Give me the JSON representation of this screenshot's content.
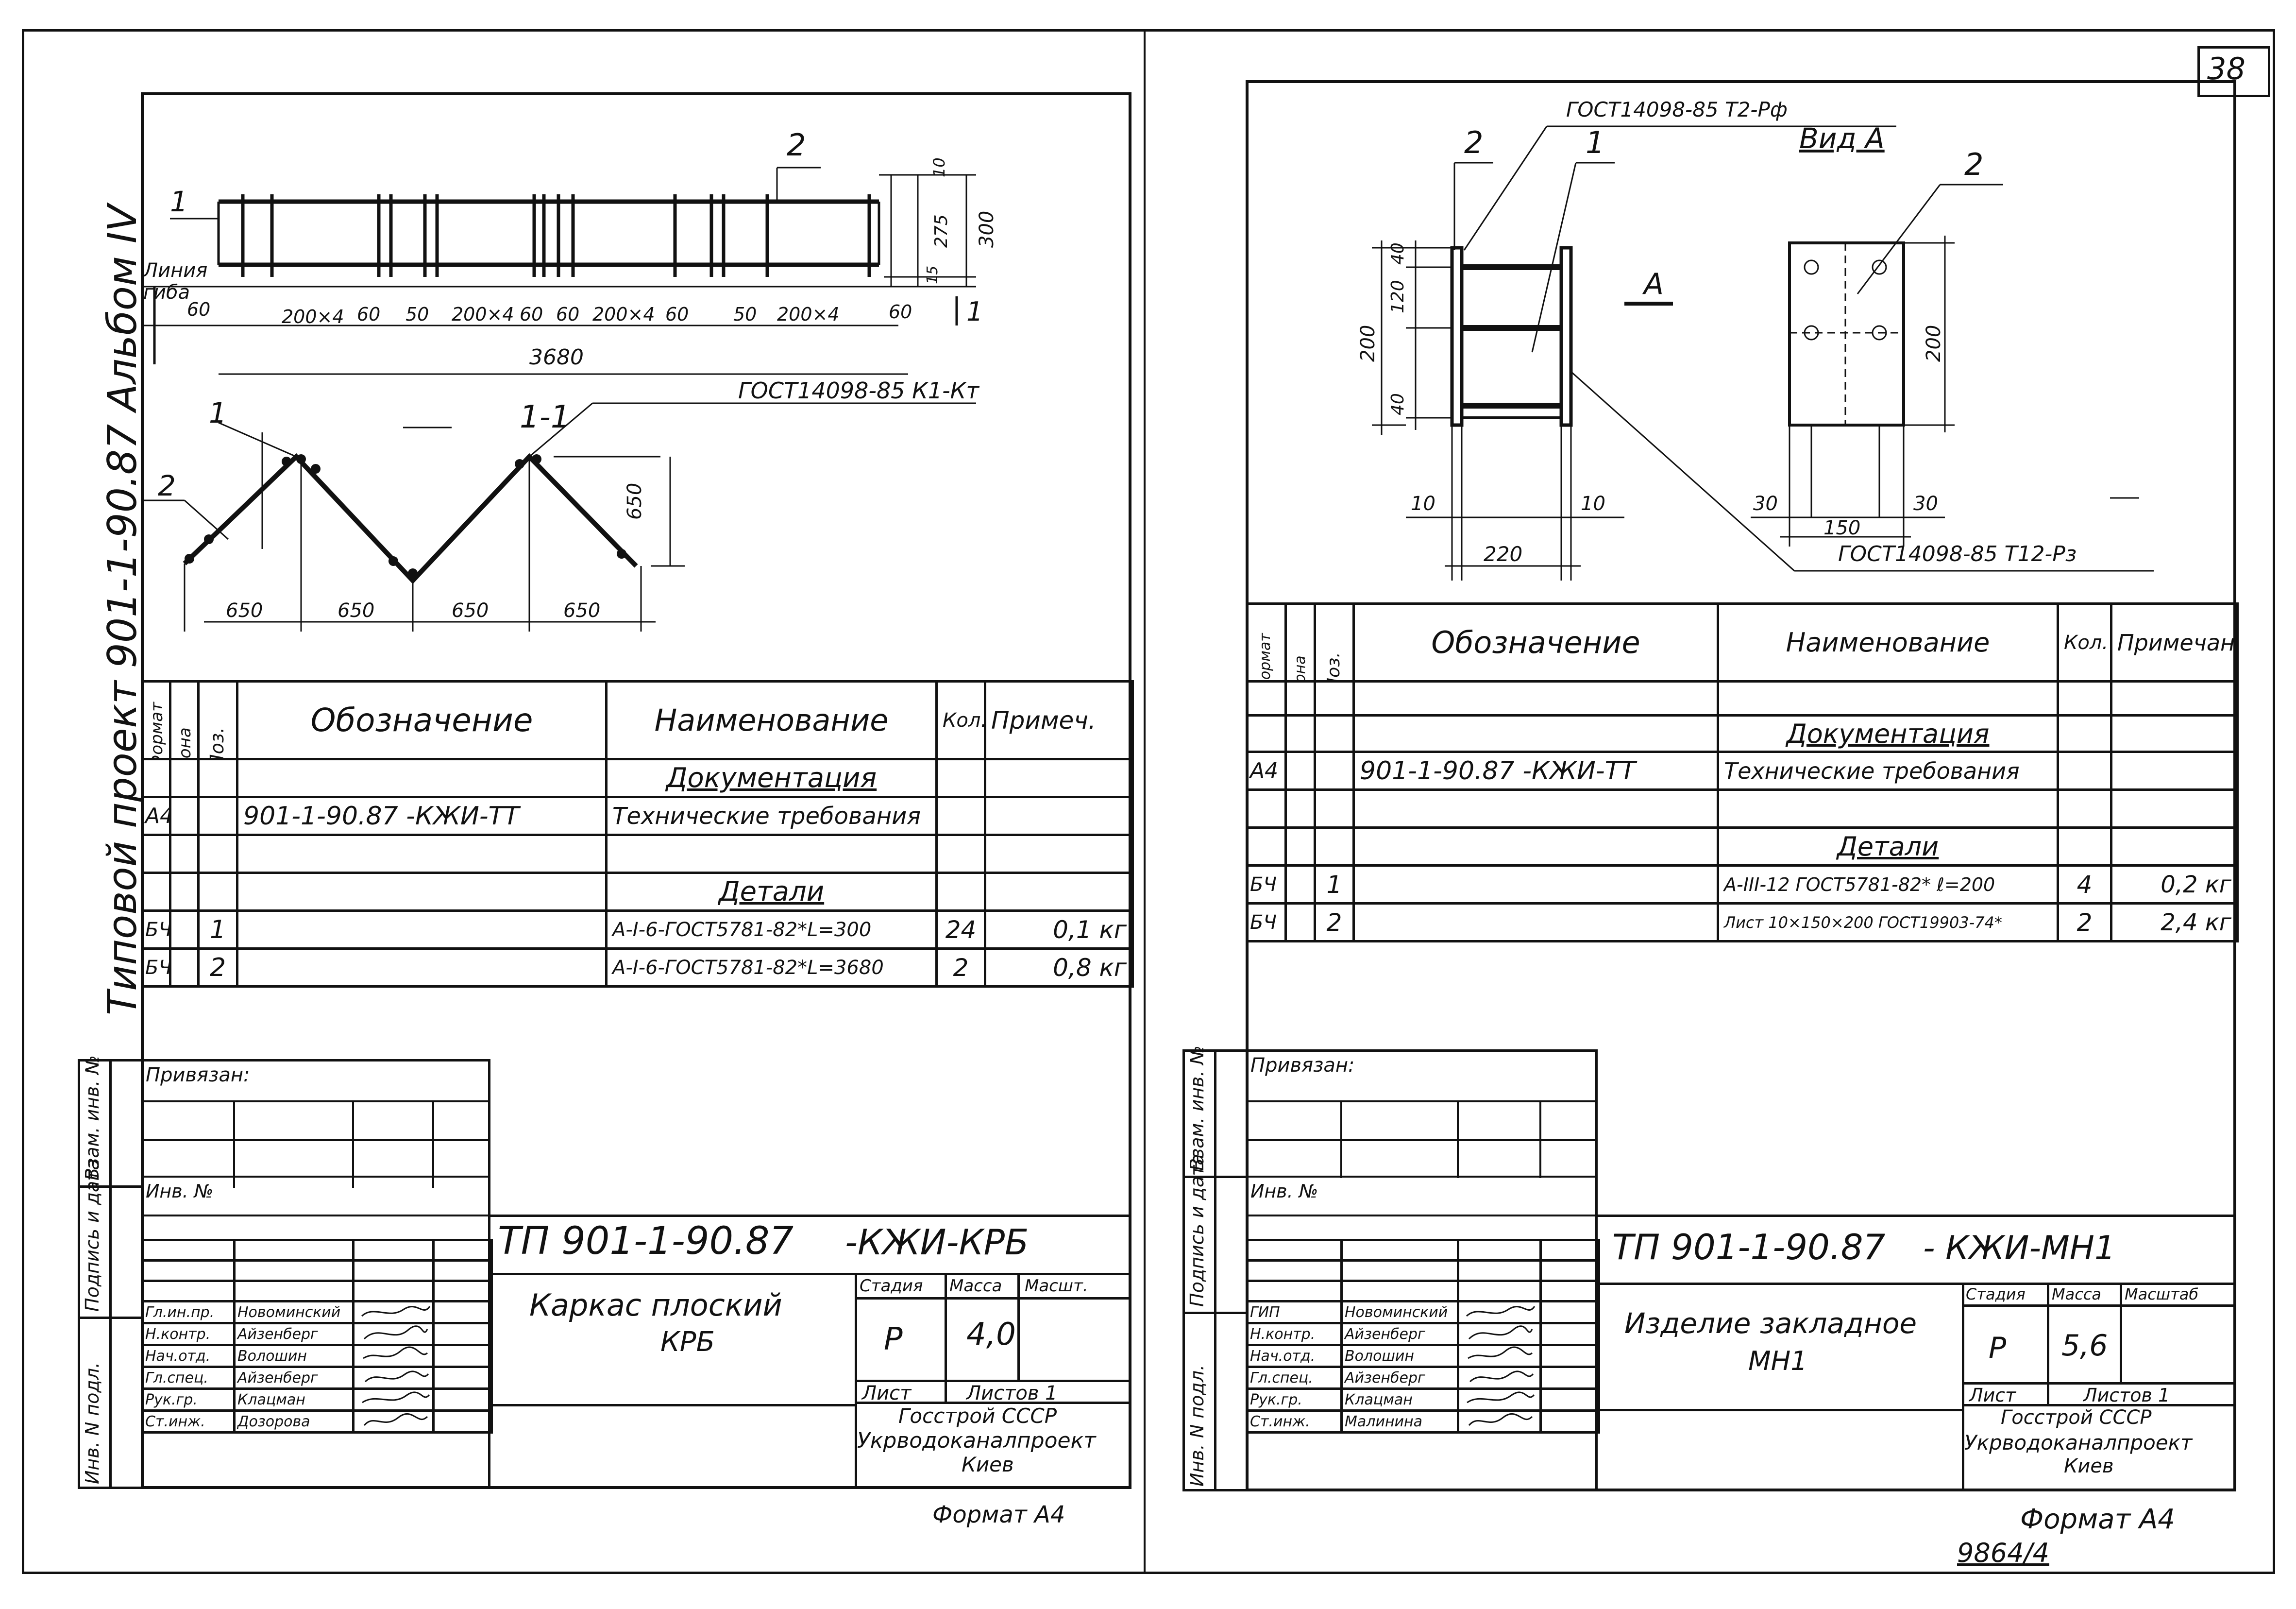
{
  "page_number": "38",
  "album_label": "Типовой проект 901-1-90.87 Альбом IV",
  "left": {
    "drawing": {
      "section_label": "1-1",
      "section_mark": "1",
      "gost_weld": "ГОСТ14098-85 К1-Кт",
      "line_label": "Линия",
      "bend_label": "гиба",
      "pos1": "1",
      "pos2": "2",
      "dims_top": [
        "10",
        "275",
        "15",
        "300"
      ],
      "dims_bottom": [
        "60",
        "200×4",
        "60",
        "50",
        "200×4",
        "60",
        "60",
        "200×4",
        "60",
        "50",
        "200×4",
        "60"
      ],
      "total_length": "3680",
      "section_dims": [
        "650",
        "650",
        "650",
        "650"
      ],
      "height_dim": "650"
    },
    "spec": {
      "headers": [
        "Формат",
        "Зона",
        "Поз.",
        "Обозначение",
        "Наименование",
        "Кол.",
        "Примеч."
      ],
      "rows": [
        [
          "",
          "",
          "",
          "",
          "Документация",
          "",
          ""
        ],
        [
          "А4",
          "",
          "",
          "901-1-90.87 -КЖИ-ТТ",
          "Технические требования",
          "",
          ""
        ],
        [
          "",
          "",
          "",
          "",
          "",
          "",
          ""
        ],
        [
          "",
          "",
          "",
          "",
          "Детали",
          "",
          ""
        ],
        [
          "БЧ",
          "",
          "1",
          "",
          "А-I-6-ГОСТ5781-82*L=300",
          "24",
          "0,1 кг"
        ],
        [
          "БЧ",
          "",
          "2",
          "",
          "А-I-6-ГОСТ5781-82*L=3680",
          "2",
          "0,8 кг"
        ]
      ]
    },
    "stamp": {
      "privyazan": "Привязан:",
      "inv_no": "Инв. №",
      "side_labels": [
        "Взам. инв. №",
        "Подпись и дата",
        "Инв. N подл."
      ],
      "roles": [
        [
          "Гл.ин.пр.",
          "Новоминский"
        ],
        [
          "Н.контр.",
          "Айзенберг"
        ],
        [
          "Нач.отд.",
          "Волошин"
        ],
        [
          "Гл.спец.",
          "Айзенберг"
        ],
        [
          "Рук.гр.",
          "Клацман"
        ],
        [
          "Ст.инж.",
          "Дозорова"
        ]
      ],
      "code": "ТП 901-1-90.87",
      "code_suffix": "-КЖИ-КРБ",
      "title_line1": "Каркас плоский",
      "title_line2": "КРБ",
      "col_stage": "Стадия",
      "col_mass": "Масса",
      "col_scale": "Масшт.",
      "stage": "Р",
      "mass": "4,0",
      "sheet": "Лист",
      "sheets": "Листов 1",
      "org1": "Госстрой СССР",
      "org2": "Укрводоканалпроект",
      "org3": "Киев"
    },
    "format": "Формат А4"
  },
  "right": {
    "drawing": {
      "view_label": "Вид А",
      "arrow_label": "А",
      "gost_top": "ГОСТ14098-85 Т2-Рф",
      "gost_bottom": "ГОСТ14098-85 Т12-Рз",
      "pos1": "1",
      "pos2": "2",
      "dims_left": [
        "40",
        "120",
        "40",
        "200"
      ],
      "dims_left_bottom": [
        "10",
        "10",
        "220"
      ],
      "dims_right": [
        "30",
        "30",
        "150",
        "200"
      ]
    },
    "spec": {
      "headers": [
        "Формат",
        "Зона",
        "Поз.",
        "Обозначение",
        "Наименование",
        "Кол.",
        "Примечание"
      ],
      "rows": [
        [
          "",
          "",
          "",
          "",
          "",
          "",
          ""
        ],
        [
          "",
          "",
          "",
          "",
          "Документация",
          "",
          ""
        ],
        [
          "А4",
          "",
          "",
          "901-1-90.87 -КЖИ-ТТ",
          "Технические требования",
          "",
          ""
        ],
        [
          "",
          "",
          "",
          "",
          "",
          "",
          ""
        ],
        [
          "",
          "",
          "",
          "",
          "Детали",
          "",
          ""
        ],
        [
          "БЧ",
          "",
          "1",
          "",
          "А-III-12 ГОСТ5781-82* ℓ=200",
          "4",
          "0,2 кг"
        ],
        [
          "БЧ",
          "",
          "2",
          "",
          "Лист 10×150×200 ГОСТ19903-74*",
          "2",
          "2,4 кг"
        ]
      ]
    },
    "stamp": {
      "privyazan": "Привязан:",
      "inv_no": "Инв. №",
      "side_labels": [
        "Взам. инв. №",
        "Подпись и дата",
        "Инв. N подл."
      ],
      "roles": [
        [
          "ГИП",
          "Новоминский"
        ],
        [
          "Н.контр.",
          "Айзенберг"
        ],
        [
          "Нач.отд.",
          "Волошин"
        ],
        [
          "Гл.спец.",
          "Айзенберг"
        ],
        [
          "Рук.гр.",
          "Клацман"
        ],
        [
          "Ст.инж.",
          "Малинина"
        ]
      ],
      "code": "ТП 901-1-90.87",
      "code_suffix": "- КЖИ-МН1",
      "title_line1": "Изделие закладное",
      "title_line2": "МН1",
      "col_stage": "Стадия",
      "col_mass": "Масса",
      "col_scale": "Масштаб",
      "stage": "Р",
      "mass": "5,6",
      "sheet": "Лист",
      "sheets": "Листов 1",
      "org1": "Госстрой СССР",
      "org2": "Укрводоканалпроект",
      "org3": "Киев"
    },
    "format": "Формат А4",
    "archive_no": "9864/4"
  }
}
